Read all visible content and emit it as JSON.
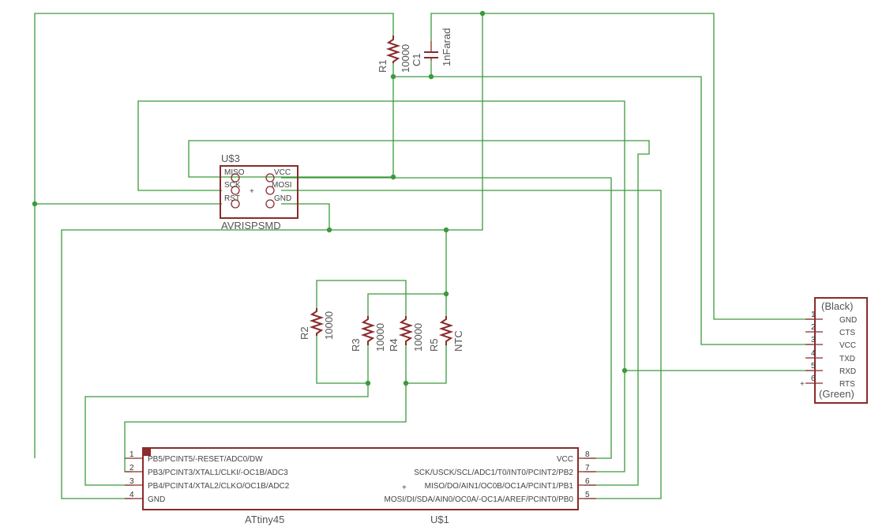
{
  "schematic": {
    "r1": {
      "name": "R1",
      "value": "10000"
    },
    "c1": {
      "name": "C1",
      "value": "1nFarad"
    },
    "r2": {
      "name": "R2",
      "value": "10000"
    },
    "r3": {
      "name": "R3",
      "value": "10000"
    },
    "r4": {
      "name": "R4",
      "value": "10000"
    },
    "r5": {
      "name": "R5",
      "value": "NTC"
    },
    "isp": {
      "name": "U$3",
      "value": "AVRISPSMD",
      "pins": {
        "miso": "MISO",
        "vcc": "VCC",
        "sck": "SCK",
        "mosi": "MOSI",
        "rst": "RST",
        "gnd": "GND"
      }
    },
    "ftdi": {
      "top_label": "(Black)",
      "bottom_label": "(Green)",
      "pins": [
        {
          "num": "1",
          "name": "GND"
        },
        {
          "num": "2",
          "name": "CTS"
        },
        {
          "num": "3",
          "name": "VCC"
        },
        {
          "num": "4",
          "name": "TXD"
        },
        {
          "num": "5",
          "name": "RXD"
        },
        {
          "num": "6",
          "name": "RTS"
        }
      ]
    },
    "mcu": {
      "name": "U$1",
      "value": "ATtiny45",
      "left_pins": [
        {
          "num": "1",
          "name": "PB5/PCINT5/-RESET/ADC0/DW"
        },
        {
          "num": "2",
          "name": "PB3/PCINT3/XTAL1/CLKI/-OC1B/ADC3"
        },
        {
          "num": "3",
          "name": "PB4/PCINT4/XTAL2/CLKO/OC1B/ADC2"
        },
        {
          "num": "4",
          "name": "GND"
        }
      ],
      "right_pins": [
        {
          "num": "8",
          "name": "VCC"
        },
        {
          "num": "7",
          "name": "SCK/USCK/SCL/ADC1/T0/INT0/PCINT2/PB2"
        },
        {
          "num": "6",
          "name": "MISO/DO/AIN1/OC0B/OC1A/PCINT1/PB1"
        },
        {
          "num": "5",
          "name": "MOSI/DI/SDA/AIN0/OC0A/-OC1A/AREF/PCINT0/PB0"
        }
      ]
    }
  }
}
